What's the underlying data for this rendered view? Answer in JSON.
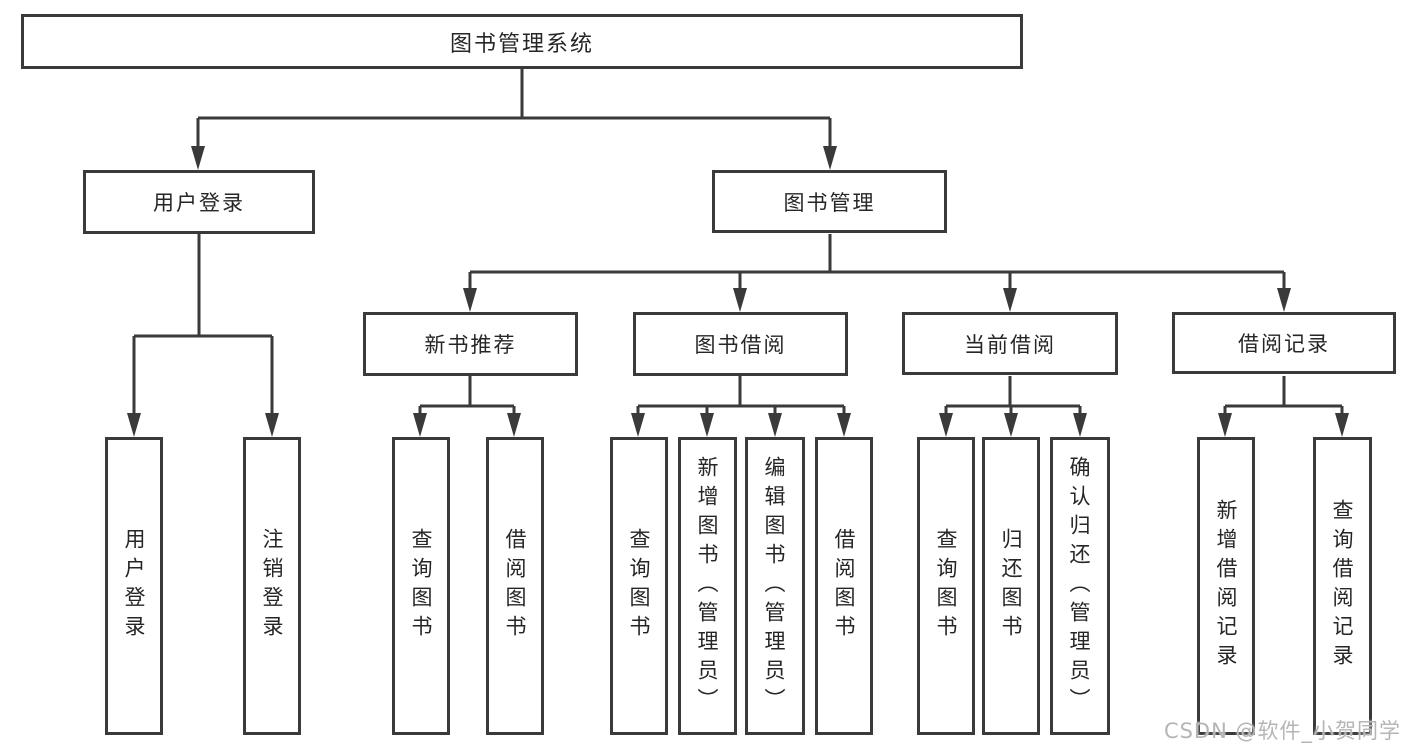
{
  "tree": {
    "root": "图书管理系统",
    "branches": [
      {
        "label": "用户登录",
        "children": [
          "用户登录",
          "注销登录"
        ]
      },
      {
        "label": "图书管理",
        "sections": [
          {
            "label": "新书推荐",
            "children": [
              "查询图书",
              "借阅图书"
            ]
          },
          {
            "label": "图书借阅",
            "children": [
              "查询图书",
              "新增图书（管理员）",
              "编辑图书（管理员）",
              "借阅图书"
            ]
          },
          {
            "label": "当前借阅",
            "children": [
              "查询图书",
              "归还图书",
              "确认归还（管理员）"
            ]
          },
          {
            "label": "借阅记录",
            "children": [
              "新增借阅记录",
              "查询借阅记录"
            ]
          }
        ]
      }
    ]
  },
  "watermark": {
    "text": "CSDN @软件_小贺同学"
  },
  "colors": {
    "line": "#3a3a3a",
    "border": "#3a3a3a",
    "text": "#262626",
    "watermark": "#b5b5b5",
    "background": "#ffffff"
  }
}
